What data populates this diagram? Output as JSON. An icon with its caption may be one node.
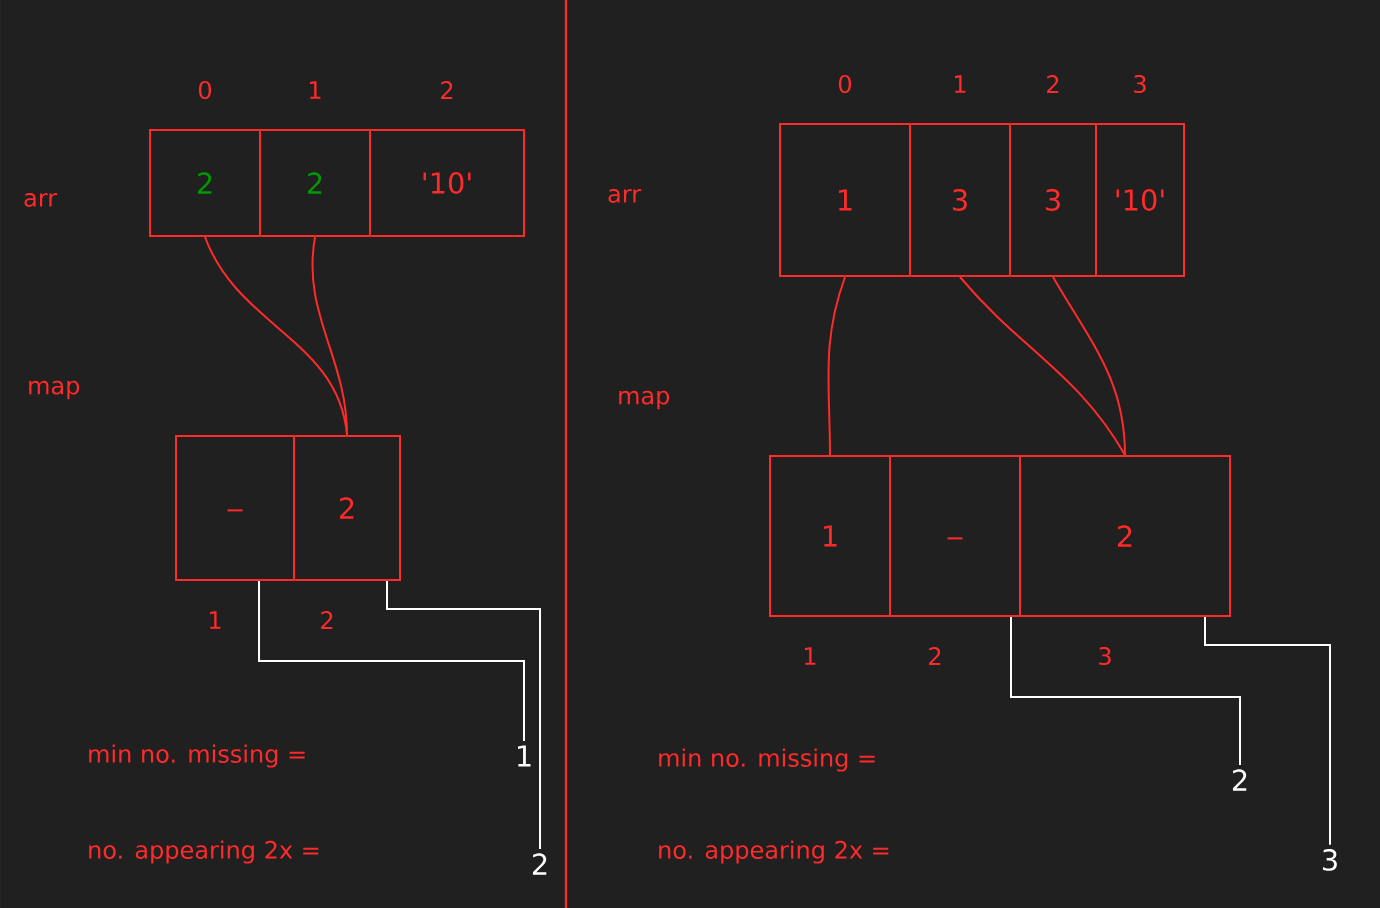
{
  "diagram": {
    "nodes": [
      {
        "text": [
          "2"
        ],
        "beside": [
          "0"
        ]
      },
      {
        "text": [
          "2"
        ],
        "beside": [
          "1"
        ]
      },
      {
        "text": [
          "'10'"
        ],
        "beside": [
          "2"
        ]
      },
      {
        "text": [
          "_"
        ],
        "beside": [
          "1"
        ]
      },
      {
        "text": [
          "2"
        ],
        "beside": [
          "2"
        ]
      },
      {
        "text": [
          "1"
        ]
      },
      {
        "text": [
          "2"
        ]
      },
      {
        "text": [
          "1"
        ],
        "beside": [
          "0"
        ]
      },
      {
        "text": [
          "3"
        ],
        "beside": [
          "1"
        ]
      },
      {
        "text": [
          "3"
        ],
        "beside": [
          "2"
        ]
      },
      {
        "text": [
          "'10'"
        ],
        "beside": [
          "3"
        ]
      },
      {
        "text": [
          "1"
        ],
        "beside": [
          "1"
        ]
      },
      {
        "text": [
          "_"
        ],
        "beside": [
          "2"
        ]
      },
      {
        "text": [
          "2"
        ],
        "beside": [
          "3"
        ]
      },
      {
        "text": [
          "2"
        ]
      },
      {
        "text": [
          "3"
        ]
      }
    ],
    "edges": [
      {
        "from": 0,
        "to": 4,
        "arrow": "none"
      },
      {
        "from": 1,
        "to": 4,
        "arrow": "none"
      },
      {
        "from": 3,
        "to": 5,
        "arrow": "none",
        "color": "#ffffff"
      },
      {
        "from": 4,
        "to": 6,
        "arrow": "none",
        "color": "#ffffff"
      },
      {
        "from": 7,
        "to": 11,
        "arrow": "none"
      },
      {
        "from": 8,
        "to": 13,
        "arrow": "none"
      },
      {
        "from": 9,
        "to": 13,
        "arrow": "none"
      },
      {
        "from": 12,
        "to": 14,
        "arrow": "none",
        "color": "#ffffff"
      },
      {
        "from": 13,
        "to": 15,
        "arrow": "none",
        "color": "#ffffff"
      }
    ],
    "labels": [
      "arr",
      "map",
      "min no. missing =",
      "no. appearing 2x =",
      "arr",
      "map",
      "min no. missing =",
      "no. appearing 2x ="
    ]
  }
}
